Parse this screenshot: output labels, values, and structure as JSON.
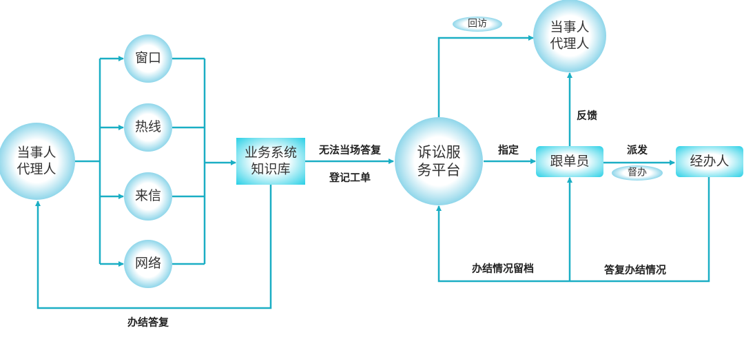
{
  "colors": {
    "line": "#1aaec4",
    "node_edge": "#8fd6ea",
    "box_edge": "#2ad0e6"
  },
  "nodes": {
    "party_left": [
      "当事人",
      "代理人"
    ],
    "window": "窗口",
    "hotline": "热线",
    "letter": "来信",
    "network": "网络",
    "knowledge_base": [
      "业务系统",
      "知识库"
    ],
    "platform": [
      "诉讼服",
      "务平台"
    ],
    "party_top": [
      "当事人",
      "代理人"
    ],
    "follower": "跟单员",
    "handler": "经办人"
  },
  "edges": {
    "cannot_answer": "无法当场答复",
    "register": "登记工单",
    "assign": "指定",
    "feedback": "反馈",
    "dispatch": "派发",
    "supervise": "督办",
    "revisit": "回访",
    "archive": "办结情况留档",
    "reply_status": "答复办结情况",
    "final_reply": "办结答复"
  }
}
